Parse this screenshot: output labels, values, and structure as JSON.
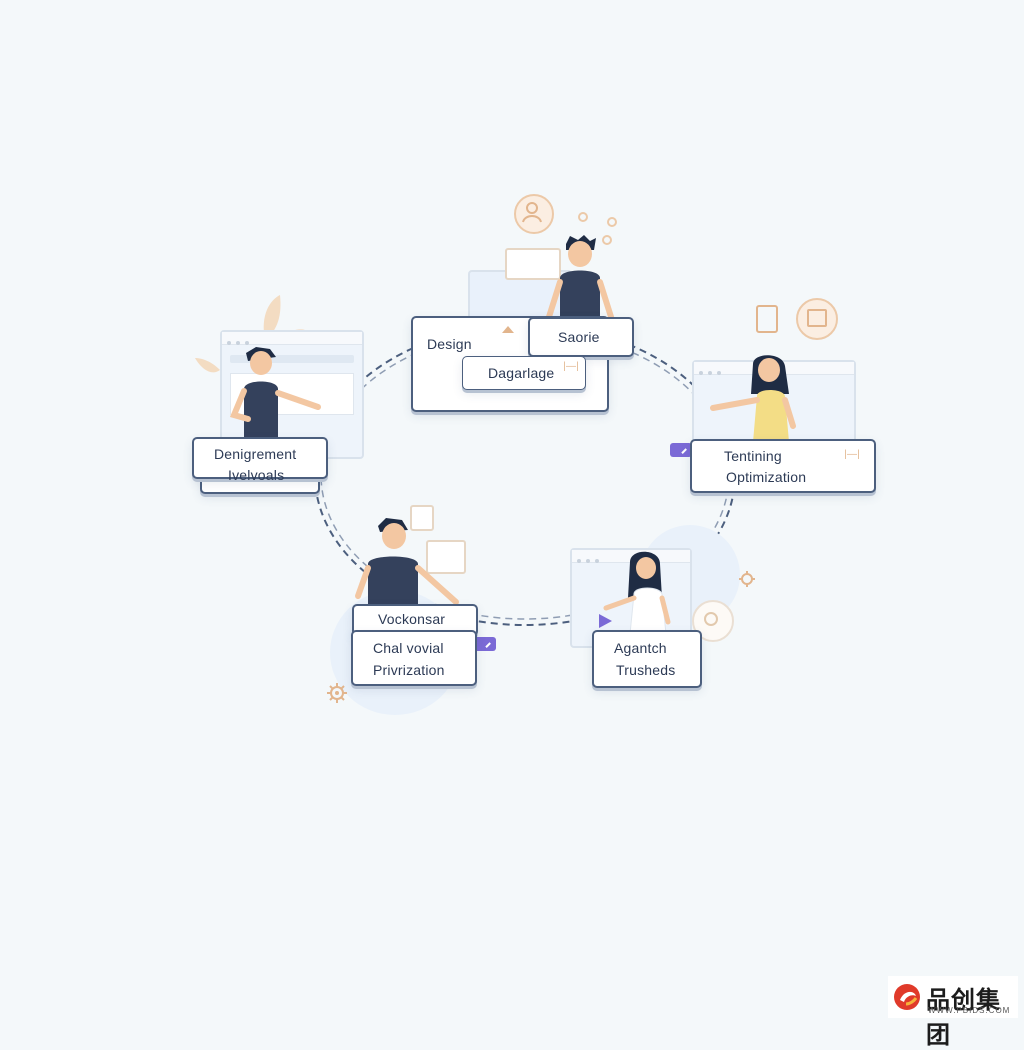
{
  "cards": {
    "design_top": {
      "left": "Design",
      "right": "Saorie",
      "bottom": "Dagarlage"
    },
    "left": {
      "line1": "Denigrement",
      "line2": "Ivelvoals"
    },
    "right": {
      "line1": "Tentining",
      "line2": "Optimization"
    },
    "bottom_left": {
      "line1": "Vockonsar",
      "line2": "Chal vovial",
      "line3": "Privrization"
    },
    "bottom_right": {
      "line1": "Agantch",
      "line2": "Trusheds"
    }
  },
  "watermark": {
    "brand": "品创集团",
    "url": "WWW.PBIDS.COM"
  },
  "colors": {
    "accent": "#7b6ad6",
    "ring": "#4c5f7e",
    "card_border": "#4c5f7e",
    "skin": "#f3c7a2",
    "shirt": "#34415c"
  },
  "icons": [
    "user-circle-icon",
    "chat-bubble-icon",
    "gear-icon",
    "brush-icon",
    "frame-icon",
    "leaf-icon",
    "play-icon",
    "check-tag-icon",
    "brand-logo-icon"
  ]
}
